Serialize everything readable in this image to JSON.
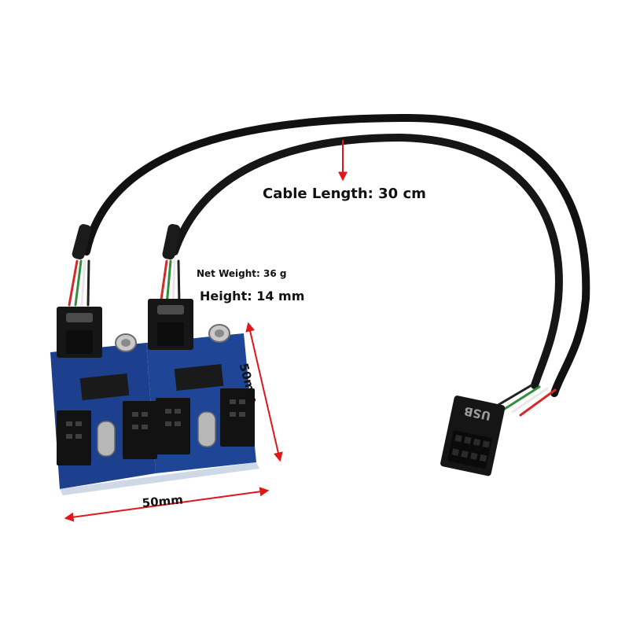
{
  "annotations": {
    "cable_length": "Cable Length: 30 cm",
    "net_weight": "Net Weight: 36 g",
    "height": "Height: 14 mm",
    "width": "50mm",
    "depth": "50mm"
  },
  "connector_label": "USB",
  "colors": {
    "cable": "#111111",
    "pcb": "#1c3f8e",
    "dimension_arrow": "#e0161b",
    "wire_red": "#d42a2a",
    "wire_green": "#2f8f3a",
    "wire_white": "#e8e8e8"
  }
}
